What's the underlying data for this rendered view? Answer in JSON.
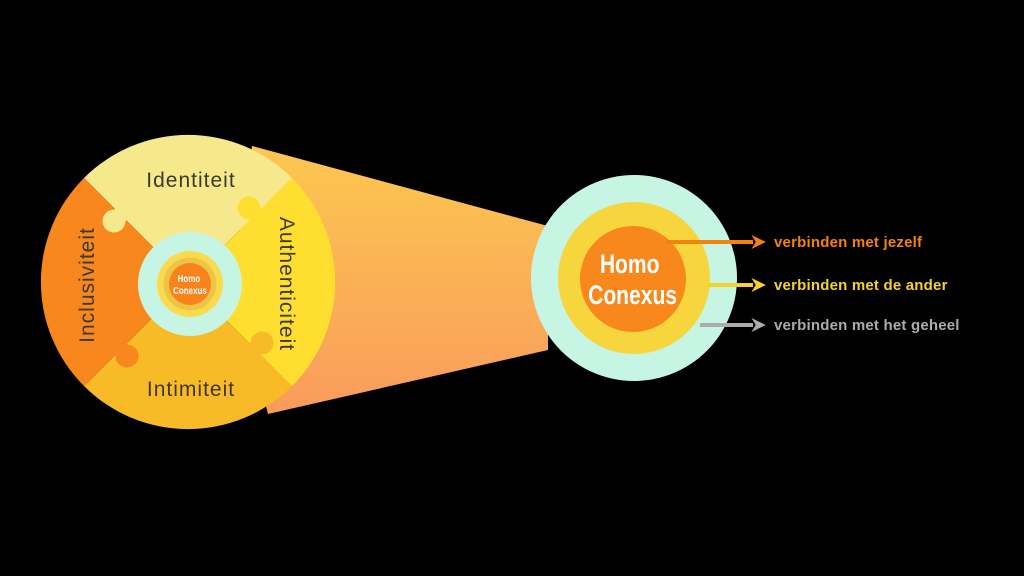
{
  "canvas": {
    "background": "#000000"
  },
  "palette": {
    "cream": "#F6E98C",
    "yellow": "#FEDF2F",
    "amber": "#F9BA27",
    "orange": "#F8871D",
    "mint": "#C6F5E4",
    "ring_yellow": "#FBDB4C",
    "ring_gold": "#EDC445",
    "core_orange": "#F8831A",
    "focus_ring_yellow": "#F7D53C",
    "focus_orange": "#F8881C",
    "beam_top": "#FCC84F",
    "beam_bottom": "#F99A5C",
    "label_dark": "#3E392E",
    "white": "#FFFFFF"
  },
  "puzzle": {
    "pieces": [
      {
        "id": "top",
        "label": "Identiteit",
        "color": "#F6E98C"
      },
      {
        "id": "right",
        "label": "Authenticiteit",
        "color": "#FEDF2F"
      },
      {
        "id": "bottom",
        "label": "Intimiteit",
        "color": "#F9BA27"
      },
      {
        "id": "left",
        "label": "Inclusiviteit",
        "color": "#F8871D"
      }
    ],
    "core": {
      "line1": "Homo",
      "line2": "Conexus"
    }
  },
  "focus": {
    "line1": "Homo",
    "line2": "Conexus"
  },
  "annotations": [
    {
      "label": "verbinden met jezelf",
      "color": "#F5820D"
    },
    {
      "label": "verbinden met de ander",
      "color": "#F8D22C"
    },
    {
      "label": "verbinden met het geheel",
      "color": "#ACACAC"
    }
  ]
}
